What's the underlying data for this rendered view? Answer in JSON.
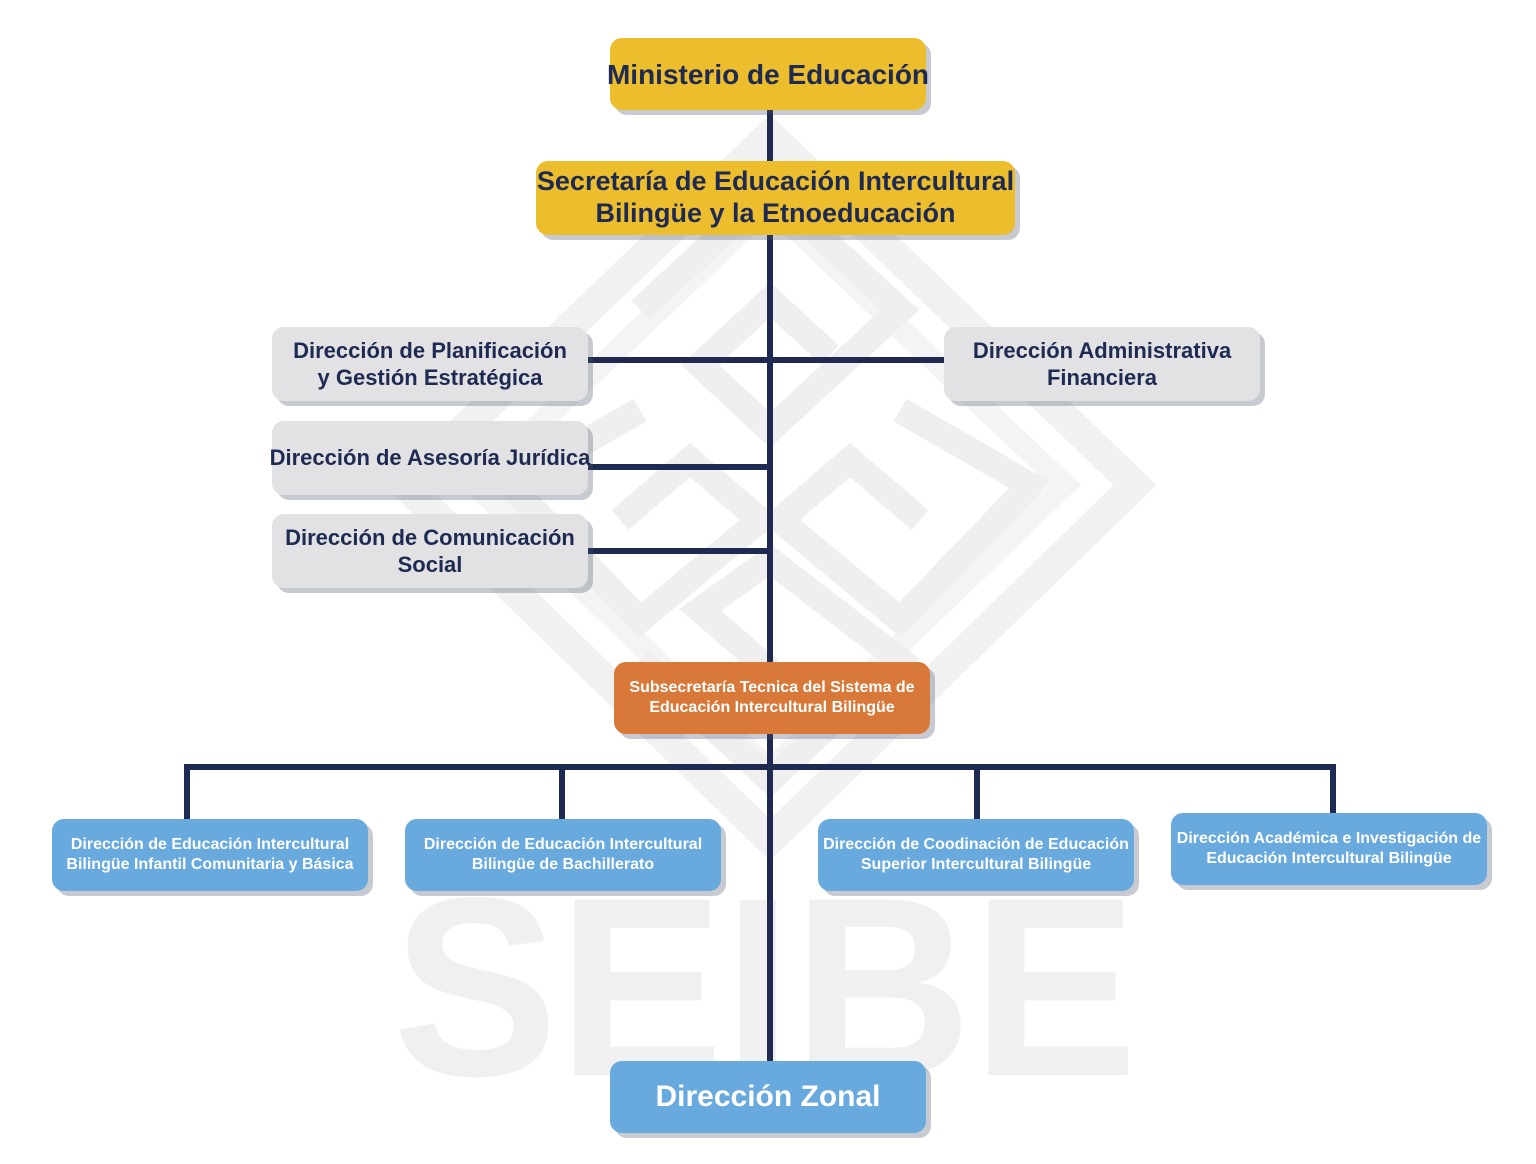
{
  "colors": {
    "connector": "#1f2a52",
    "yellow_box": "#ecbd2c",
    "gray_box": "#e2e2e4",
    "orange_box": "#d87939",
    "blue_box": "#68a9de",
    "dark_text": "#1f2a52",
    "watermark": "#f1f1f2"
  },
  "watermark": {
    "text": "SEIBE"
  },
  "nodes": {
    "ministerio": {
      "lines": [
        "Ministerio de Educación"
      ]
    },
    "secretaria": {
      "lines": [
        "Secretaría de Educación Intercultural",
        "Bilingüe y la Etnoeducación"
      ]
    },
    "planificacion": {
      "lines": [
        "Dirección de Planificación",
        "y Gestión Estratégica"
      ]
    },
    "administrativa": {
      "lines": [
        "Dirección Administrativa",
        "Financiera"
      ]
    },
    "juridica": {
      "lines": [
        "Dirección de Asesoría Jurídica"
      ]
    },
    "comunicacion": {
      "lines": [
        "Dirección de Comunicación",
        "Social"
      ]
    },
    "subsecretaria": {
      "lines": [
        "Subsecretaría Tecnica del Sistema de",
        "Educación Intercultural Bilingüe"
      ]
    },
    "infantil": {
      "lines": [
        "Dirección de Educación Intercultural",
        "Bilingüe Infantil Comunitaria y Básica"
      ]
    },
    "bachillerato": {
      "lines": [
        "Dirección de Educación Intercultural",
        "Bilingüe de Bachillerato"
      ]
    },
    "superior": {
      "lines": [
        "Dirección de Coodinación de Educación",
        "Superior Intercultural Bilingüe"
      ]
    },
    "academica": {
      "lines": [
        "Dirección Académica e Investigación de",
        "Educación Intercultural Bilingüe"
      ]
    },
    "zonal": {
      "lines": [
        "Dirección Zonal"
      ]
    }
  }
}
